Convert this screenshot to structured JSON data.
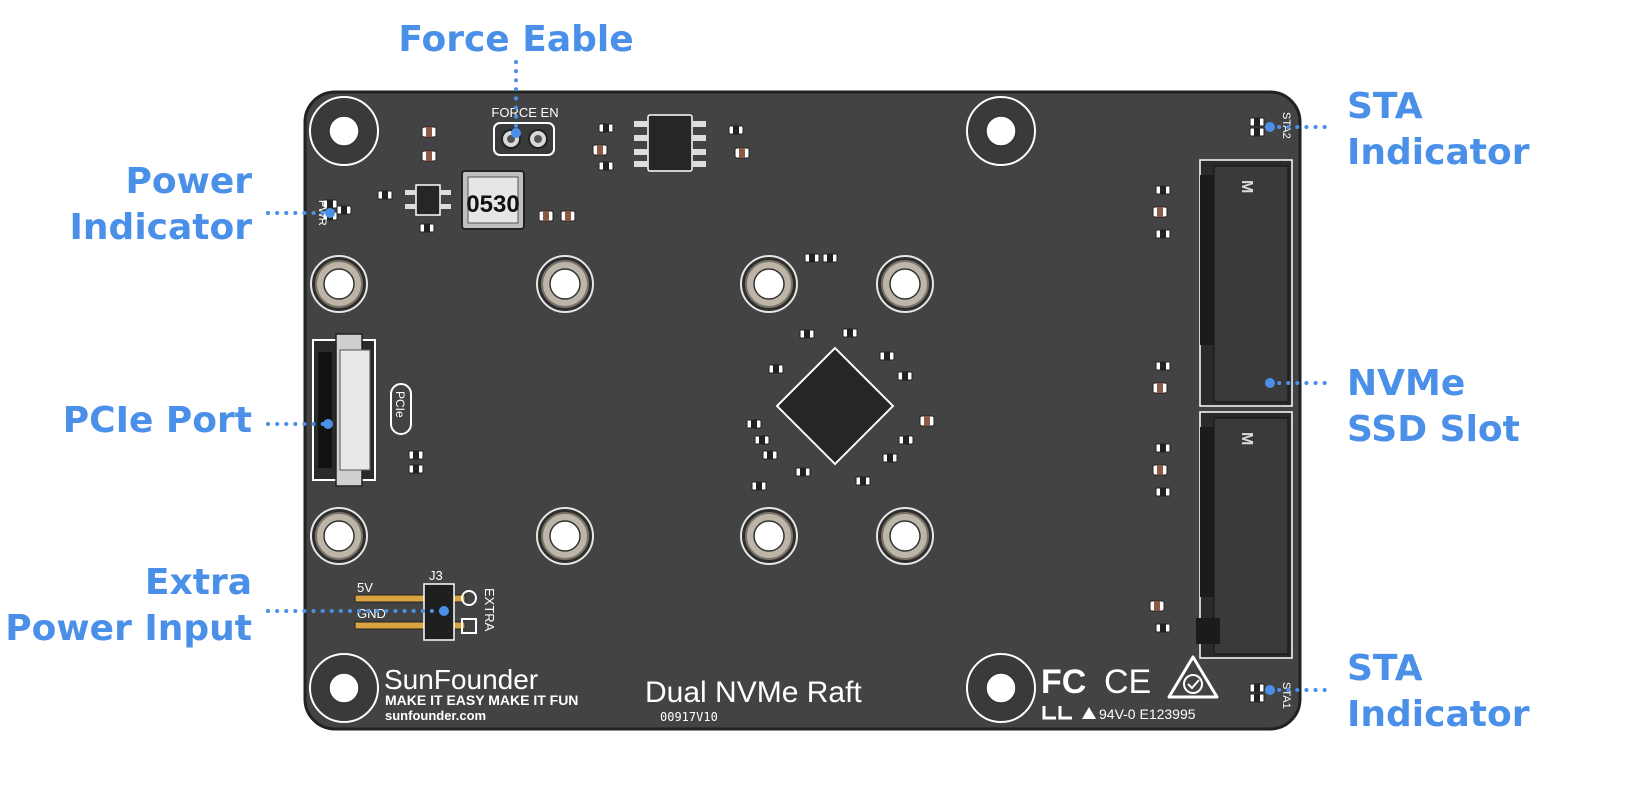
{
  "callouts": {
    "force_enable": "Force Eable",
    "power_indicator_1": "Power",
    "power_indicator_2": "Indicator",
    "pcie_port": "PCIe Port",
    "extra_power_1": "Extra",
    "extra_power_2": "Power Input",
    "sta_top_1": "STA",
    "sta_top_2": "Indicator",
    "nvme_1": "NVMe",
    "nvme_2": "SSD Slot",
    "sta_bottom_1": "STA",
    "sta_bottom_2": "Indicator"
  },
  "silkscreen": {
    "force_en": "FORCE EN",
    "pwr": "PWR",
    "inductor": "0530",
    "pcie": "PCIe",
    "j3": "J3",
    "v5": "5V",
    "gnd": "GND",
    "extra": "EXTRA",
    "sta1": "STA1",
    "sta2": "STA2",
    "slot_mark": "M",
    "brand": "SunFounder",
    "slogan": "MAKE IT EASY MAKE IT FUN",
    "website": "sunfounder.com",
    "product": "Dual NVMe Raft",
    "version": "00917V10",
    "fc": "FC",
    "ce": "CE",
    "rating": "94V-0 E123995"
  },
  "colors": {
    "board": "#434343",
    "callout": "#4a8fe8",
    "silkscreen": "#ffffff",
    "gold": "#d9a441",
    "chip": "#262626"
  }
}
